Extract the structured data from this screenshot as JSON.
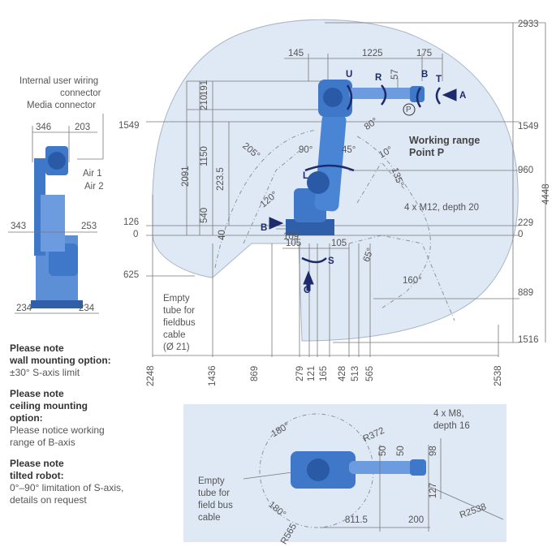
{
  "side": {
    "labels": [
      "Internal user wiring",
      "connector",
      "Media connector"
    ],
    "dims_top": [
      "346",
      "203"
    ],
    "dims_mid": [
      "343",
      "253"
    ],
    "dims_bot": [
      "234",
      "234"
    ],
    "air": [
      "Air 1",
      "Air 2"
    ]
  },
  "main": {
    "top_dims": [
      "145",
      "1225",
      "175"
    ],
    "right_dims": [
      "2933",
      "1549",
      "960",
      "229",
      "0",
      "889",
      "1516"
    ],
    "right_total": "4448",
    "left_dims": [
      "1549",
      "126",
      "0",
      "625"
    ],
    "v_dims": [
      "210",
      "191",
      "2091",
      "1150",
      "223.5",
      "540",
      "40"
    ],
    "bottom_dims": [
      "2248",
      "1436",
      "869",
      "279",
      "121",
      "165",
      "428",
      "513",
      "565",
      "2538"
    ],
    "small_dims": [
      "57",
      "109",
      "105",
      "105"
    ],
    "angles": [
      "80°",
      "90°",
      "45°",
      "10°",
      "135°",
      "205°",
      "120°",
      "65°",
      "160°"
    ],
    "axes": [
      "U",
      "R",
      "B",
      "T",
      "A",
      "P",
      "L",
      "B",
      "S",
      "C"
    ],
    "working_range": [
      "Working range",
      "Point P"
    ],
    "mount_note": "4 x M12, depth 20",
    "tube_note": [
      "Empty",
      "tube for",
      "fieldbus",
      "cable",
      "(Ø 21)"
    ]
  },
  "notes": [
    {
      "bold": [
        "Please note",
        "wall mounting option:"
      ],
      "text": [
        "±30° S-axis limit"
      ]
    },
    {
      "bold": [
        "Please note",
        "ceiling mounting",
        "option:"
      ],
      "text": [
        "Please notice working",
        "range of B-axis"
      ]
    },
    {
      "bold": [
        "Please note",
        "tilted robot:"
      ],
      "text": [
        "0°–90° limitation of S-axis,",
        "details on request"
      ]
    }
  ],
  "top_view": {
    "angles": [
      "180°",
      "180°"
    ],
    "radii": [
      "R372",
      "R565",
      "R2538"
    ],
    "dims": [
      "50",
      "50",
      "98",
      "127",
      "811.5",
      "200"
    ],
    "mount_note": [
      "4 x M8,",
      "depth 16"
    ],
    "tube_note": [
      "Empty",
      "tube for",
      "field bus",
      "cable"
    ]
  },
  "colors": {
    "range": "#dfe8f5",
    "robot": "#3f78c8",
    "axis": "#1d2a6b"
  }
}
